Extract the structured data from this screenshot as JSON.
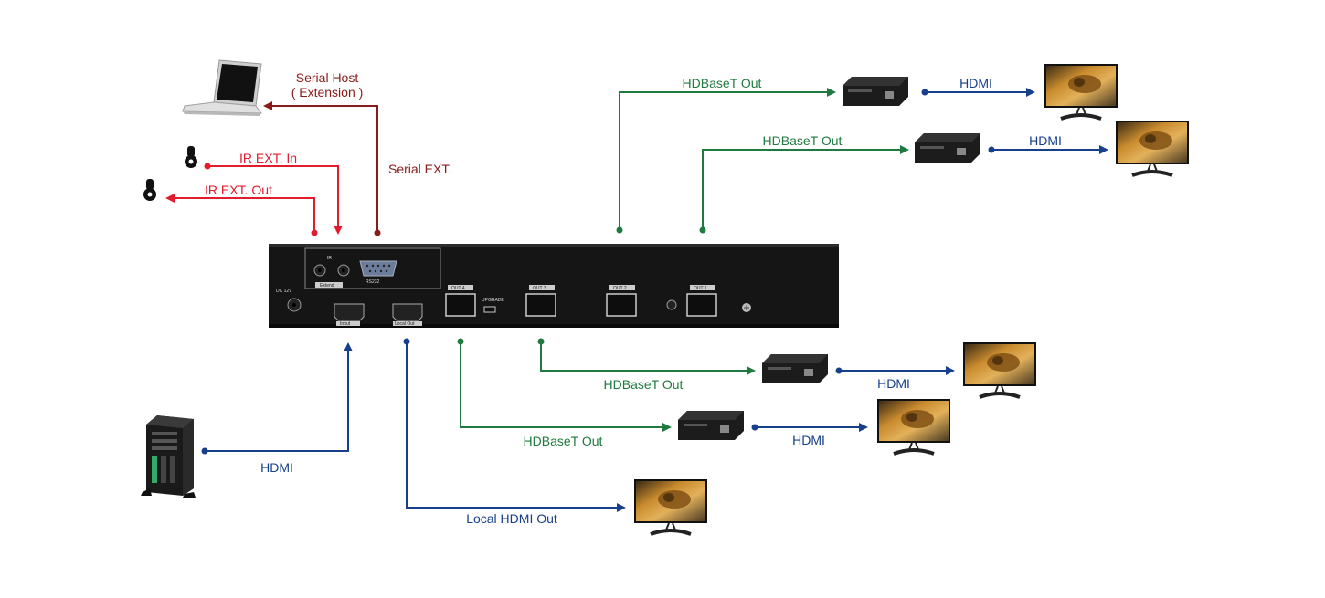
{
  "colors": {
    "serial": "#8b1a1a",
    "ir": "#e21b2d",
    "hdbaset": "#1f7a3f",
    "hdmi": "#163f8c",
    "device": "#1b1b1b"
  },
  "labels": {
    "serial_host": "Serial Host",
    "serial_host_sub": "( Extension )",
    "serial_ext": "Serial EXT.",
    "ir_in": "IR EXT. In",
    "ir_out": "IR EXT. Out",
    "hdbaset_out_1": "HDBaseT Out",
    "hdbaset_out_2": "HDBaseT Out",
    "hdbaset_out_3": "HDBaseT Out",
    "hdbaset_out_4": "HDBaseT Out",
    "hdmi_1": "HDMI",
    "hdmi_2": "HDMI",
    "hdmi_3": "HDMI",
    "hdmi_4": "HDMI",
    "hdmi_source": "HDMI",
    "local_hdmi_out": "Local HDMI Out"
  },
  "panel": {
    "power": "DC 12V",
    "out1": "OUT 1",
    "out2": "OUT 2",
    "out3": "OUT 3",
    "out4": "OUT 4",
    "input": "Input",
    "local_out": "Local Out",
    "extend": "Extend",
    "upgrade": "UPGRADE",
    "rs232": "RS232",
    "ir": "IR"
  }
}
